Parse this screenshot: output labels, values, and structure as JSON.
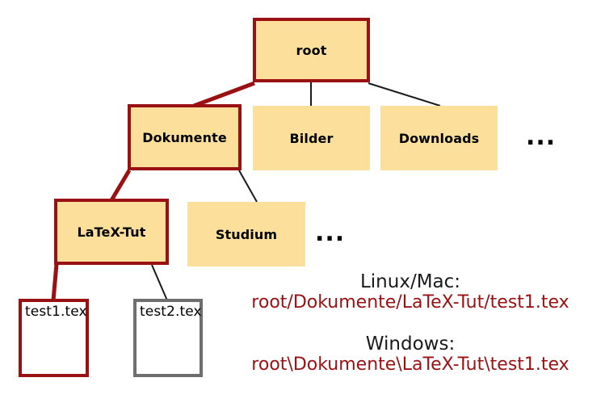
{
  "diagram": {
    "type": "file-tree",
    "colors": {
      "folder_fill": "#fcdf9b",
      "highlight_border": "#991113",
      "plain_border": "#6e6e6e",
      "edge_plain": "#000000",
      "edge_highlight": "#991113",
      "file_fill": "#ffffff",
      "path_text": "#991113",
      "label_text": "#1a1a1a"
    },
    "nodes": {
      "root": {
        "label": "root",
        "kind": "folder",
        "highlighted": true
      },
      "dokumente": {
        "label": "Dokumente",
        "kind": "folder",
        "highlighted": true
      },
      "bilder": {
        "label": "Bilder",
        "kind": "folder",
        "highlighted": false
      },
      "downloads": {
        "label": "Downloads",
        "kind": "folder",
        "highlighted": false
      },
      "latex_tut": {
        "label": "LaTeX-Tut",
        "kind": "folder",
        "highlighted": true
      },
      "studium": {
        "label": "Studium",
        "kind": "folder",
        "highlighted": false
      },
      "test1": {
        "label": "test1.tex",
        "kind": "file",
        "highlighted": true
      },
      "test2": {
        "label": "test2.tex",
        "kind": "file",
        "highlighted": false
      }
    },
    "ellipsis": {
      "row2": "...",
      "row3": "..."
    },
    "paths": {
      "linux": {
        "label": "Linux/Mac:",
        "value": "root/Dokumente/LaTeX-Tut/test1.tex"
      },
      "windows": {
        "label": "Windows:",
        "value": "root\\Dokumente\\LaTeX-Tut\\test1.tex"
      }
    }
  }
}
